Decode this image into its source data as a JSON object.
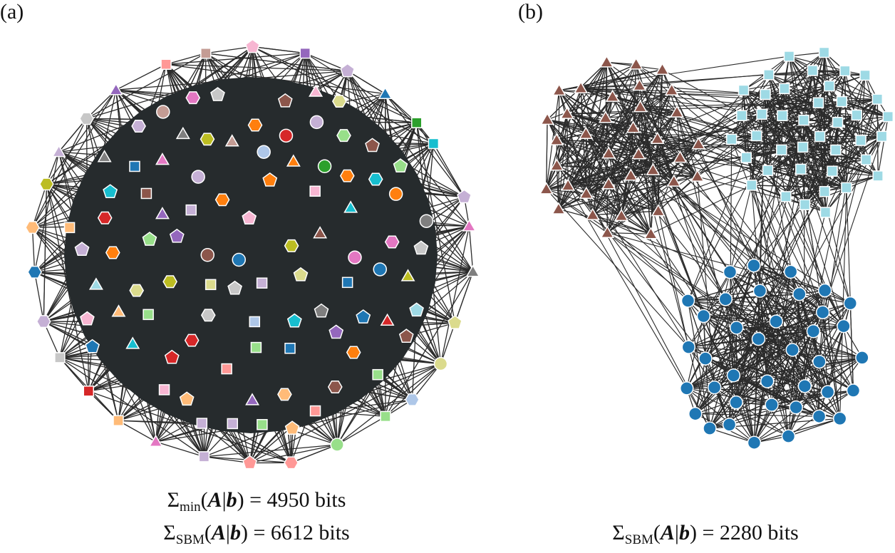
{
  "panels": {
    "a": {
      "label": "(a)",
      "caption_lines": [
        {
          "symbol": "Σ",
          "subscript": "min",
          "expr_open": "(",
          "A": "A",
          "bar": "|",
          "b": "b",
          "expr_close": ")",
          "rest": " = 4950 bits"
        },
        {
          "symbol": "Σ",
          "subscript": "SBM",
          "expr_open": "(",
          "A": "A",
          "bar": "|",
          "b": "b",
          "expr_close": ")",
          "rest": " = 6612 bits"
        }
      ]
    },
    "b": {
      "label": "(b)",
      "caption_lines": [
        {
          "symbol": "Σ",
          "subscript": "SBM",
          "expr_open": "(",
          "A": "A",
          "bar": "|",
          "b": "b",
          "expr_close": ")",
          "rest": " = 2280 bits"
        }
      ]
    }
  },
  "colors": {
    "edge": "#2b2b2b",
    "hub_fill": "#262b2d",
    "palette": [
      "#1f77b4",
      "#aec7e8",
      "#ff7f0e",
      "#ffbb78",
      "#2ca02c",
      "#98df8a",
      "#d62728",
      "#ff9896",
      "#9467bd",
      "#c5b0d5",
      "#8c564b",
      "#c49c94",
      "#e377c2",
      "#f7b6d2",
      "#7f7f7f",
      "#c7c7c7",
      "#bcbd22",
      "#dbdb8d",
      "#17becf",
      "#9edae5"
    ],
    "group_triangle": "#8c564b",
    "group_square": "#9edae5",
    "group_circle": "#1f77b4"
  },
  "node_shapes": [
    "circle",
    "triangle",
    "square",
    "pentagon",
    "hexagon"
  ]
}
